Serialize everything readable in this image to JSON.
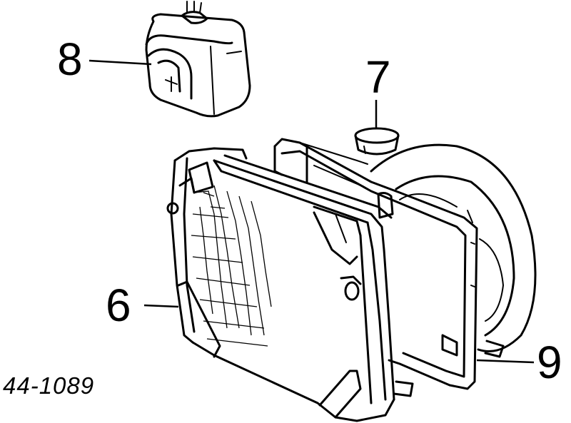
{
  "callouts": {
    "reservoir": "8",
    "cap": "7",
    "radiator": "6",
    "shroud": "9"
  },
  "reference_code": "44-1089"
}
